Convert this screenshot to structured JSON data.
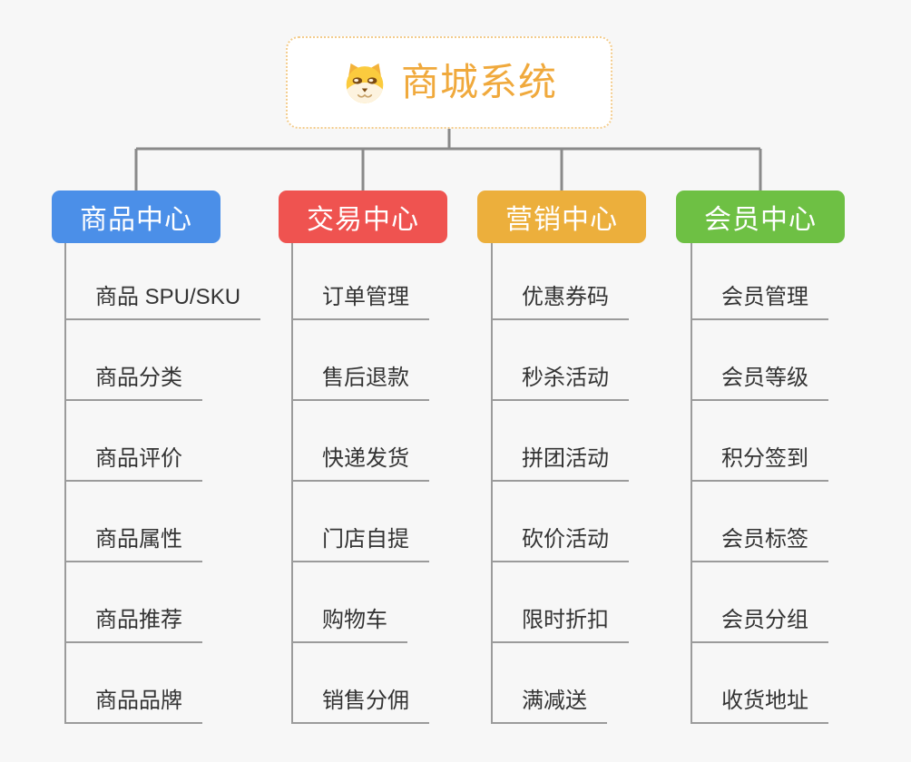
{
  "app": {
    "title": "商城系统"
  },
  "colors": {
    "background": "#F7F7F7",
    "connector": "#8A8A8A",
    "child_line": "#9B9B9B",
    "child_text": "#333333",
    "root_text": "#F0A93C",
    "root_border": "#F3CC8C"
  },
  "root": {
    "title": "商城系统",
    "icon": "dog-face-icon"
  },
  "branches": [
    {
      "label": "商品中心",
      "color": "#4B8FE8",
      "children": [
        "商品 SPU/SKU",
        "商品分类",
        "商品评价",
        "商品属性",
        "商品推荐",
        "商品品牌"
      ]
    },
    {
      "label": "交易中心",
      "color": "#EF5350",
      "children": [
        "订单管理",
        "售后退款",
        "快递发货",
        "门店自提",
        "购物车",
        "销售分佣"
      ]
    },
    {
      "label": "营销中心",
      "color": "#ECAF3C",
      "children": [
        "优惠券码",
        "秒杀活动",
        "拼团活动",
        "砍价活动",
        "限时折扣",
        "满减送"
      ]
    },
    {
      "label": "会员中心",
      "color": "#6EC044",
      "children": [
        "会员管理",
        "会员等级",
        "积分签到",
        "会员标签",
        "会员分组",
        "收货地址"
      ]
    }
  ]
}
